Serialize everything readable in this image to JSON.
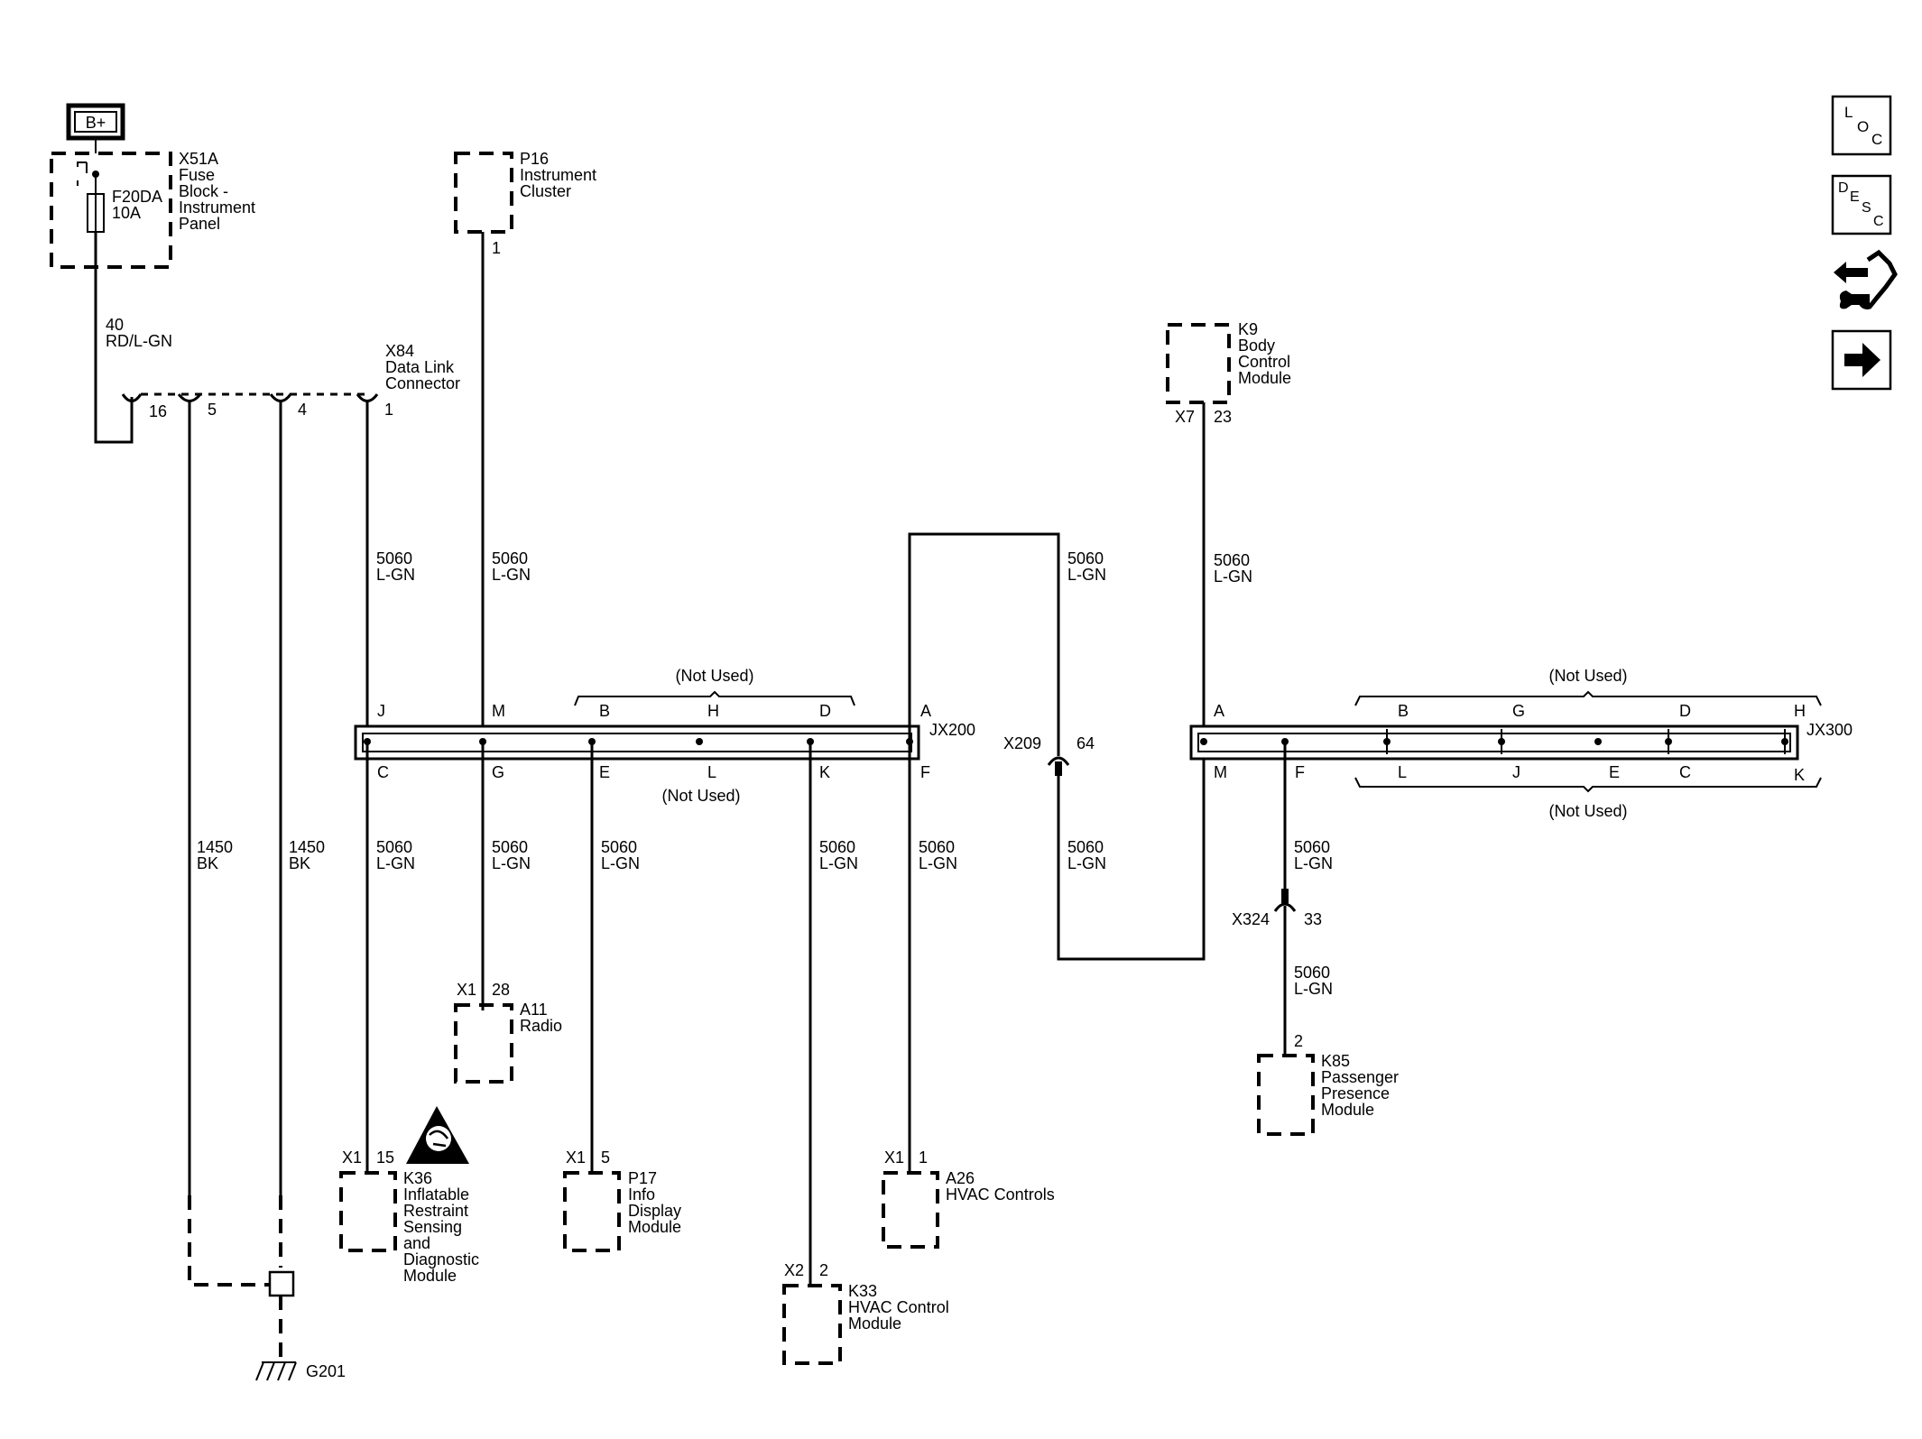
{
  "power": {
    "label": "B+"
  },
  "fuse_block": {
    "name": "X51A",
    "desc": [
      "Fuse",
      "Block -",
      "Instrument",
      "Panel"
    ],
    "fuse": [
      "F20DA",
      "10A"
    ]
  },
  "wire_40": {
    "circuit": "40",
    "color": "RD/L-GN"
  },
  "dlc": {
    "name": "X84",
    "desc": [
      "Data Link",
      "Connector"
    ],
    "pins": [
      "16",
      "5",
      "4",
      "1"
    ]
  },
  "p16": {
    "name": "P16",
    "desc": [
      "Instrument",
      "Cluster"
    ],
    "pin": "1"
  },
  "k9": {
    "name": "K9",
    "desc": [
      "Body",
      "Control",
      "Module"
    ],
    "connector": "X7",
    "pin": "23"
  },
  "circuit": {
    "num": "5060",
    "color": "L-GN"
  },
  "ground_circuit": {
    "num": "1450",
    "color": "BK"
  },
  "jx200": {
    "name": "JX200",
    "top_pins": [
      "J",
      "M",
      "B",
      "H",
      "D",
      "A"
    ],
    "bottom_pins": [
      "C",
      "G",
      "E",
      "L",
      "K",
      "F"
    ],
    "not_used": "(Not Used)"
  },
  "jx300": {
    "name": "JX300",
    "top_pins": [
      "A",
      "B",
      "G",
      "D",
      "H"
    ],
    "bottom_pins": [
      "M",
      "F",
      "L",
      "J",
      "E",
      "C",
      "K"
    ],
    "not_used": "(Not Used)"
  },
  "x209": {
    "name": "X209",
    "pin": "64"
  },
  "x324": {
    "name": "X324",
    "pin": "33"
  },
  "a11": {
    "name": "A11",
    "desc": [
      "Radio"
    ],
    "connector": "X1",
    "pin": "28"
  },
  "k36": {
    "name": "K36",
    "desc": [
      "Inflatable",
      "Restraint",
      "Sensing",
      "and",
      "Diagnostic",
      "Module"
    ],
    "connector": "X1",
    "pin": "15"
  },
  "p17": {
    "name": "P17",
    "desc": [
      "Info",
      "Display",
      "Module"
    ],
    "connector": "X1",
    "pin": "5"
  },
  "k33": {
    "name": "K33",
    "desc": [
      "HVAC Control",
      "Module"
    ],
    "connector": "X2",
    "pin": "2"
  },
  "a26": {
    "name": "A26",
    "desc": [
      "HVAC Controls"
    ],
    "connector": "X1",
    "pin": "1"
  },
  "k85": {
    "name": "K85",
    "desc": [
      "Passenger",
      "Presence",
      "Module"
    ],
    "pin": "2"
  },
  "ground": {
    "name": "G201"
  },
  "nav": [
    {
      "name": "location-button",
      "text": "LOC"
    },
    {
      "name": "description-button",
      "text": "DESC"
    },
    {
      "name": "connector-end-view-button",
      "icon": "wrench-connector-icon"
    },
    {
      "name": "next-page-button",
      "icon": "arrow-right-icon"
    }
  ]
}
